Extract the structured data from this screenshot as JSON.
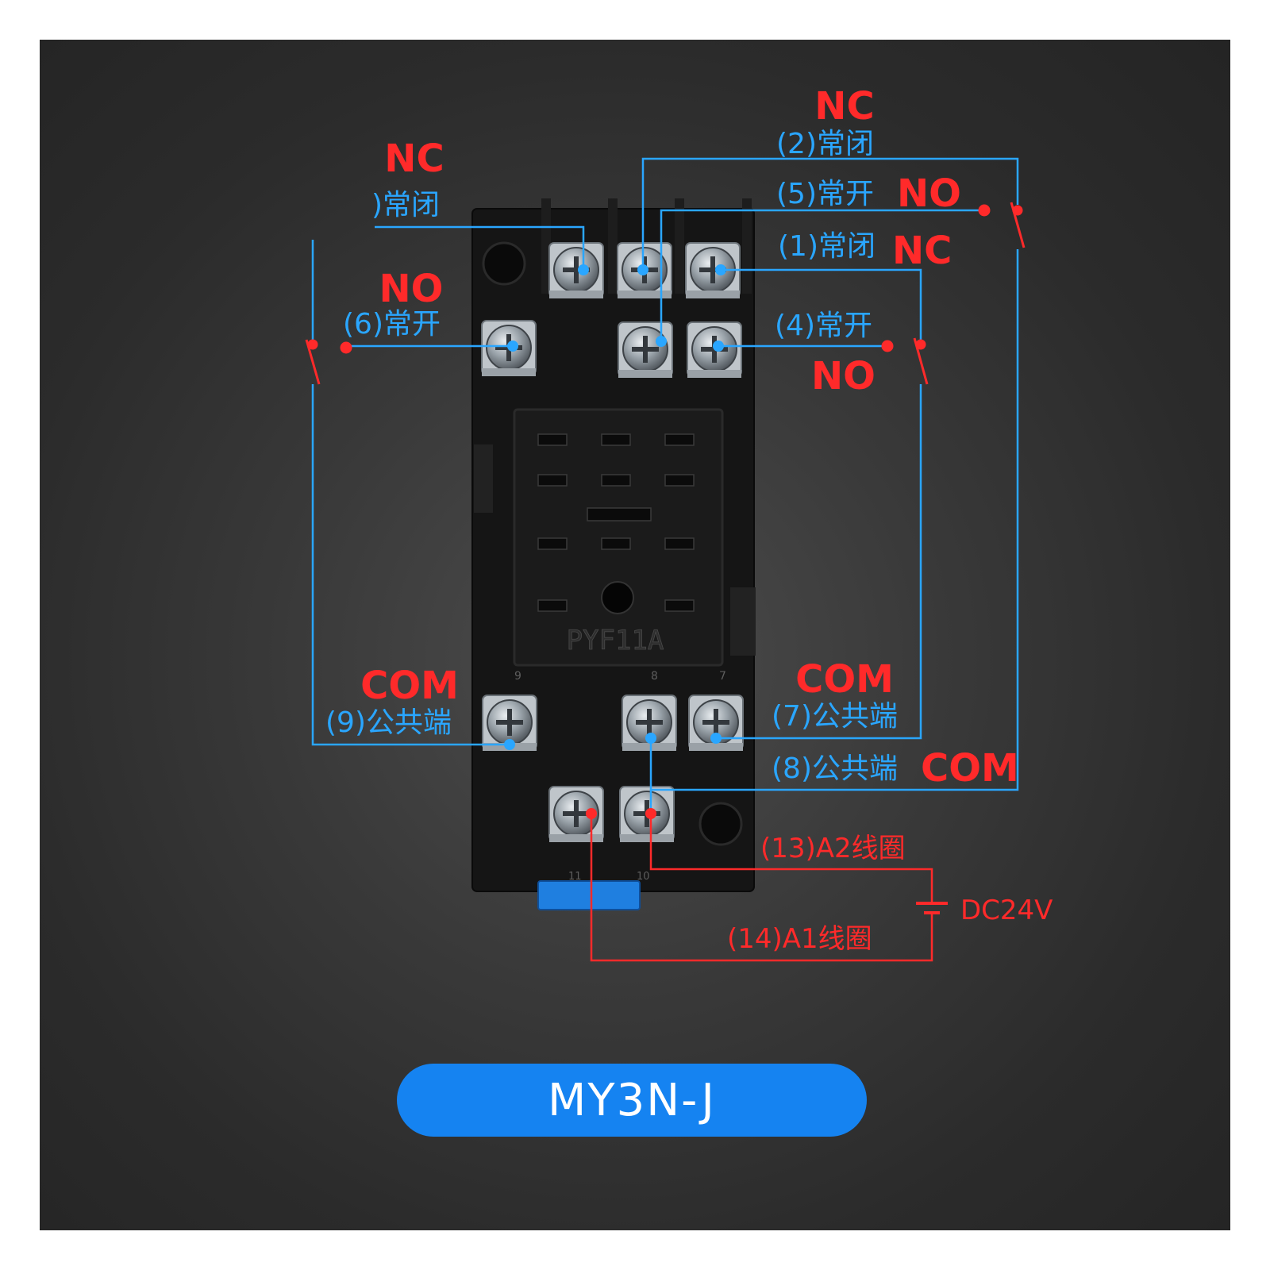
{
  "labels": {
    "nc_top": "NC",
    "t2": "(2)常闭",
    "t5": "(5)常开",
    "no_5": "NO",
    "t1": "(1)常闭",
    "nc_1": "NC",
    "t4": "(4)常开",
    "no_4": "NO",
    "nc_left": "NC",
    "t3": ")常闭",
    "no_left": "NO",
    "t6": "(6)常开",
    "com_left": "COM",
    "t9": "(9)公共端",
    "com_right": "COM",
    "t7": "(7)公共端",
    "t8": "(8)公共端",
    "com_8": "COM",
    "t13": "(13)A2线圈",
    "t14": "(14)A1线圈",
    "dc": "DC24V"
  },
  "socket": {
    "mold_text": "PYF11A",
    "pin_9": "9",
    "pin_8": "8",
    "pin_7": "7",
    "pin_11": "11",
    "pin_10": "10"
  },
  "model": "MY3N-J",
  "colors": {
    "label_red": "#ff2a2a",
    "label_blue": "#2aa6ff",
    "socket_body": "#151515",
    "badge": "#1583f1"
  }
}
